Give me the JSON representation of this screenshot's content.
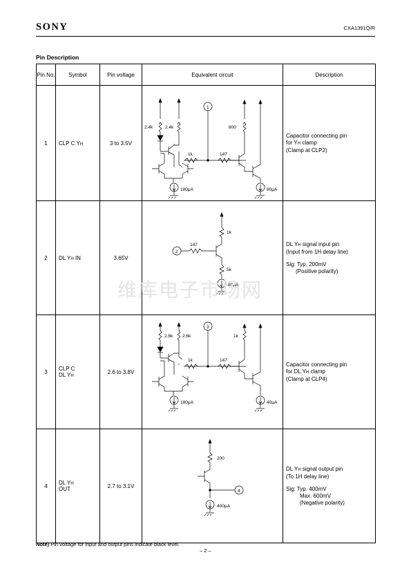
{
  "header": {
    "brand": "SONY",
    "part_number": "CXA1391Q/R"
  },
  "section_title": "Pin Description",
  "columns": [
    "Pin No.",
    "Symbol",
    "Pin voltage",
    "Equivalent circuit",
    "Description"
  ],
  "rows": [
    {
      "pin": "1",
      "symbol_a": "CLP C Y",
      "symbol_sub": "H",
      "symbol_b": "",
      "voltage": "3 to 3.5V",
      "circuit": {
        "pin_label": "1",
        "r_a": "2.4k",
        "r_b": "2.4k",
        "r_c": "1k",
        "r_d": "147",
        "r_e": "800",
        "i_a": "180μA",
        "i_b": "80μA"
      },
      "desc": [
        "Capacitor connecting pin",
        "for Y",
        "H",
        " clamp",
        "(Clamp at CLP2)"
      ]
    },
    {
      "pin": "2",
      "symbol_a": "DL Y",
      "symbol_sub": "H",
      "symbol_b": " IN",
      "voltage": "3.65V",
      "circuit": {
        "pin_label": "2",
        "r_a": "1k",
        "r_b": "147",
        "r_c": "5k",
        "i_a": "80μA"
      },
      "desc": [
        "DL Y",
        "H",
        " signal input pin",
        "(Input from 1H delay line)",
        "Sig: Typ. 200mV",
        "(Positive polarity)"
      ]
    },
    {
      "pin": "3",
      "symbol_a": "CLP C",
      "symbol_line2": "DL Y",
      "symbol_sub": "H",
      "voltage": "2.6 to 3.8V",
      "circuit": {
        "pin_label": "3",
        "r_a": "2.6k",
        "r_b": "2.6k",
        "r_c": "1k",
        "r_d": "147",
        "r_e": "1k",
        "i_a": "180μA",
        "i_b": "40μA"
      },
      "desc": [
        "Capacitor connecting pin",
        "for DL Y",
        "H",
        " clamp",
        "(Clamp at CLP4)"
      ]
    },
    {
      "pin": "4",
      "symbol_a": "DL Y",
      "symbol_sub": "H",
      "symbol_line2": "OUT",
      "voltage": "2.7 to 3.1V",
      "circuit": {
        "pin_label": "4",
        "r_a": "200",
        "i_a": "400μA"
      },
      "desc": [
        "DL Y",
        "H",
        " signal output pin",
        "(To 1H delay line)",
        "Sig: Typ. 400mV",
        "Max. 600mV",
        "(Negative polarity)"
      ]
    }
  ],
  "note_bold": "Note)",
  "note_text": " Pin voltage for input and output pins indicate black level.",
  "page_number": "– 2 –",
  "watermark": "维库电子市场网"
}
